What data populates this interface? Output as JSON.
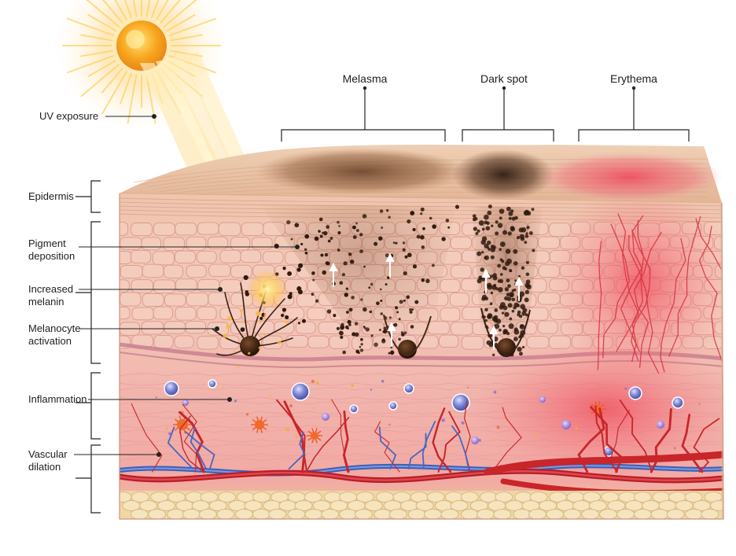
{
  "labels": {
    "uv_exposure": "UV exposure",
    "epidermis": "Epidermis",
    "pigment_deposition": [
      "Pigment",
      "deposition"
    ],
    "increased_melanin": [
      "Increased",
      "melanin"
    ],
    "melanocyte_activation": [
      "Melanocyte",
      "activation"
    ],
    "inflammation": "Inflammation",
    "vascular_dilation": [
      "Vascular",
      "dilation"
    ],
    "melasma": "Melasma",
    "dark_spot": "Dark spot",
    "erythema": "Erythema"
  },
  "colors": {
    "sun": "#f7a51c",
    "ray": "#fcd27a",
    "epidermis_surface": "#e8c0a4",
    "melanin": "#3b2417",
    "erythema": "#e84a5a",
    "dermis": "#f2b7b0",
    "artery": "#c8262a",
    "vein": "#3a5fb8",
    "fat": "#efd7a6",
    "line": "#222222"
  }
}
